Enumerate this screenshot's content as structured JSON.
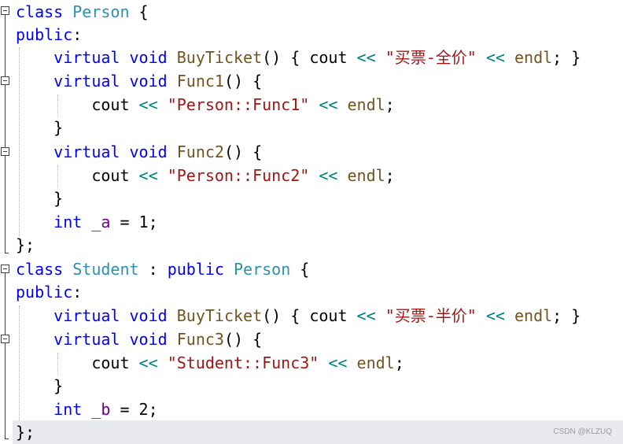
{
  "watermark": "CSDN @KLZUQ",
  "colors": {
    "keyword": "#0000ff",
    "type_name": "#2b91af",
    "function_name": "#74531f",
    "string": "#a31515",
    "operator": "#008080",
    "identifier": "#6f008a",
    "background": "#ffffff",
    "current_line": "#e8eaf0"
  },
  "code": {
    "l1": {
      "kw": "class",
      "name": "Person",
      "brace": " {"
    },
    "l2": {
      "kw": "public",
      "rest": ":"
    },
    "l3": {
      "kw1": "virtual",
      "kw2": "void",
      "fn": "BuyTicket",
      "a": "() { ",
      "cout": "cout",
      "op1": "<<",
      "str": "\"买票-全价\"",
      "op2": "<<",
      "endl": "endl",
      "tail": "; }"
    },
    "l4": {
      "kw1": "virtual",
      "kw2": "void",
      "fn": "Func1",
      "tail": "() {"
    },
    "l5": {
      "cout": "cout",
      "op1": "<<",
      "str": "\"Person::Func1\"",
      "op2": "<<",
      "endl": "endl",
      "tail": ";"
    },
    "l6": {
      "text": "}"
    },
    "l7": {
      "kw1": "virtual",
      "kw2": "void",
      "fn": "Func2",
      "tail": "() {"
    },
    "l8": {
      "cout": "cout",
      "op1": "<<",
      "str": "\"Person::Func2\"",
      "op2": "<<",
      "endl": "endl",
      "tail": ";"
    },
    "l9": {
      "text": "}"
    },
    "l10": {
      "kw": "int",
      "id": "_a",
      "tail": " = 1;"
    },
    "l11": {
      "text": "};"
    },
    "l12": {
      "kw": "class",
      "name": "Student",
      "mid": " : ",
      "kw2": "public",
      "base": "Person",
      "brace": " {"
    },
    "l13": {
      "kw": "public",
      "rest": ":"
    },
    "l14": {
      "kw1": "virtual",
      "kw2": "void",
      "fn": "BuyTicket",
      "a": "() { ",
      "cout": "cout",
      "op1": "<<",
      "str": "\"买票-半价\"",
      "op2": "<<",
      "endl": "endl",
      "tail": "; }"
    },
    "l15": {
      "kw1": "virtual",
      "kw2": "void",
      "fn": "Func3",
      "tail": "() {"
    },
    "l16": {
      "cout": "cout",
      "op1": "<<",
      "str": "\"Student::Func3\"",
      "op2": "<<",
      "endl": "endl",
      "tail": ";"
    },
    "l17": {
      "text": "}"
    },
    "l18": {
      "kw": "int",
      "id": "_b",
      "tail": " = 2;"
    },
    "l19": {
      "text": "};"
    }
  }
}
